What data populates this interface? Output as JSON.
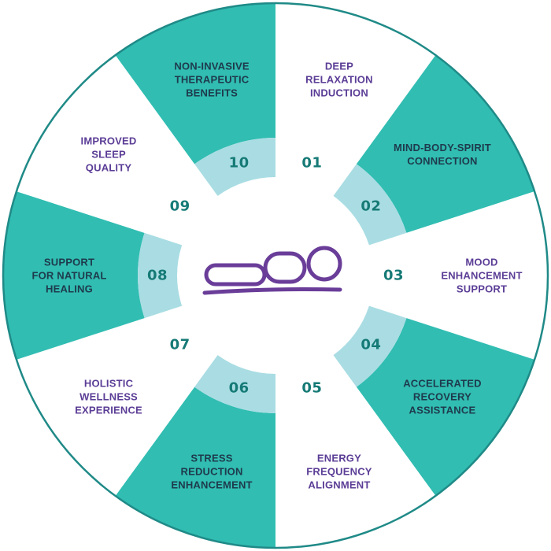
{
  "colors": {
    "teal": "#31bdb2",
    "light_teal": "#a9dde3",
    "white": "#ffffff",
    "ring": "#1f8a87",
    "purple_text": "#5b3d96",
    "dark_text": "#1e3a4c",
    "number": "#167a76",
    "icon": "#6a3d99"
  },
  "center_icon": "reclining-person-icon",
  "segments": [
    {
      "number": "01",
      "lines": [
        "DEEP",
        "RELAXATION",
        "INDUCTION"
      ],
      "fill": "white"
    },
    {
      "number": "02",
      "lines": [
        "MIND-BODY-SPIRIT",
        "CONNECTION"
      ],
      "fill": "teal"
    },
    {
      "number": "03",
      "lines": [
        "MOOD",
        "ENHANCEMENT",
        "SUPPORT"
      ],
      "fill": "white"
    },
    {
      "number": "04",
      "lines": [
        "ACCELERATED",
        "RECOVERY",
        "ASSISTANCE"
      ],
      "fill": "teal"
    },
    {
      "number": "05",
      "lines": [
        "ENERGY",
        "FREQUENCY",
        "ALIGNMENT"
      ],
      "fill": "white"
    },
    {
      "number": "06",
      "lines": [
        "STRESS",
        "REDUCTION",
        "ENHANCEMENT"
      ],
      "fill": "teal"
    },
    {
      "number": "07",
      "lines": [
        "HOLISTIC",
        "WELLNESS",
        "EXPERIENCE"
      ],
      "fill": "white"
    },
    {
      "number": "08",
      "lines": [
        "SUPPORT",
        "FOR NATURAL",
        "HEALING"
      ],
      "fill": "teal"
    },
    {
      "number": "09",
      "lines": [
        "IMPROVED",
        "SLEEP",
        "QUALITY"
      ],
      "fill": "white"
    },
    {
      "number": "10",
      "lines": [
        "NON-INVASIVE",
        "THERAPEUTIC",
        "BENEFITS"
      ],
      "fill": "teal"
    }
  ]
}
